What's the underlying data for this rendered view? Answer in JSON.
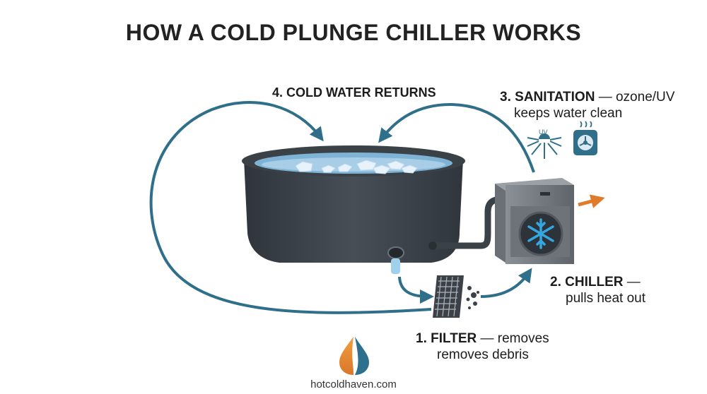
{
  "title": "HOW A COLD PLUNGE CHILLER WORKS",
  "steps": {
    "return": {
      "label": "4. COLD WATER RETURNS"
    },
    "sanitation": {
      "number": "3.",
      "name": "SANITATION",
      "desc1": " — ozone/UV",
      "desc2": "keeps water clean",
      "uv_label": "UV"
    },
    "chiller": {
      "number": "2.",
      "name": "CHILLER",
      "desc1": " —",
      "desc2": "pulls heat out"
    },
    "filter": {
      "number": "1.",
      "name": "FILTER",
      "desc1": " — removes",
      "desc2": "removes debris"
    }
  },
  "footer": {
    "site": "hotcoldhaven.com"
  },
  "colors": {
    "arrow": "#2f6f8a",
    "tub": "#3c434a",
    "water": "#7fb3d5",
    "chiller_body": "#4a4f55",
    "snowflake": "#35a7e0",
    "heat_arrow": "#e07b2a",
    "logo_orange": "#e08a2e",
    "logo_blue": "#2d6f8c"
  },
  "icons": [
    "uv-lamp-icon",
    "ozone-generator-icon",
    "snowflake-icon",
    "filter-cartridge-icon",
    "logo-drop-flame-icon"
  ]
}
